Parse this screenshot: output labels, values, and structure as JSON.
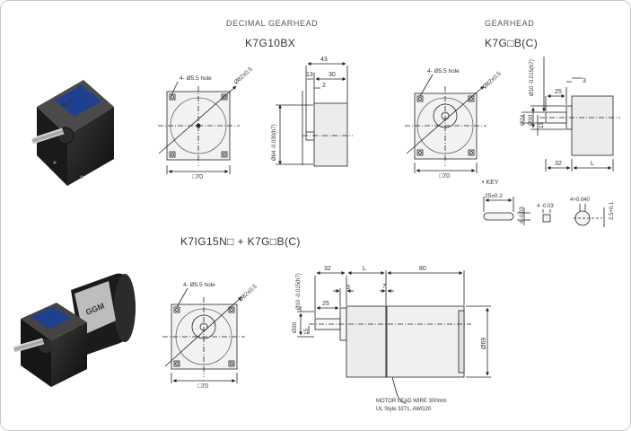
{
  "sections": {
    "decimal_gearhead": "DECIMAL GEARHEAD",
    "gearhead": "GEARHEAD"
  },
  "models": {
    "decimal": "K7G10BX",
    "gearhead": "K7G□B(C)",
    "motor_combo": "K7IG15N□ + K7G□B(C)"
  },
  "dims": {
    "d43": "43",
    "d13": "13",
    "d30": "30",
    "d2": "2",
    "hole": "4- Ø5.5 hole",
    "pcd": "Ø82±0.5",
    "shaft64": "Ø64 -0.030(h7)",
    "sq70": "□70",
    "shaft10": "Ø10 -0.015(h7)",
    "d25": "25",
    "d3": "3",
    "d24": "Ø24",
    "d30dia": "Ø30",
    "d15": "15",
    "d32": "32",
    "dL": "L",
    "key": "• KEY",
    "key25": "25±0.2",
    "key4a": "4 -0.03",
    "key4b": "4 -0.03",
    "key4c": "4+0.040",
    "key25b": "2.5+0.1",
    "d7": "7",
    "d80": "80",
    "d69": "Ø69",
    "wire1": "MOTOR LEAD WIRE 300mm",
    "wire2": "UL Style 3271, AWG20"
  },
  "colors": {
    "line": "#222222",
    "face": "#ececec",
    "motor_body": "#1e1e1e",
    "label_blue": "#1f3f8f"
  },
  "icons": [
    "gearhead-photo",
    "geared-motor-photo"
  ]
}
